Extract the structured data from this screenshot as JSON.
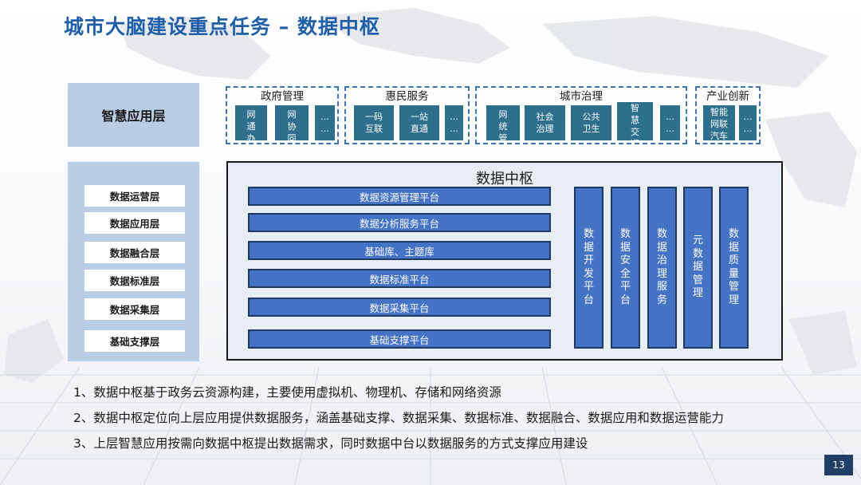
{
  "title": "城市大脑建设重点任务 – 数据中枢",
  "smart_app_layer": "智慧应用层",
  "layers": [
    "数据运营层",
    "数据应用层",
    "数据融合层",
    "数据标准层",
    "数据采集层",
    "基础支撑层"
  ],
  "groups": [
    {
      "title": "政府管理",
      "items": [
        "网\n通\n办",
        "网\n协\n同",
        "…\n…"
      ]
    },
    {
      "title": "惠民服务",
      "items": [
        "一码\n互联",
        "一站\n直通",
        "…\n…"
      ]
    },
    {
      "title": "城市治理",
      "items": [
        "网\n统\n管",
        "社会\n治理",
        "公共\n卫生",
        "智\n慧\n交\n通",
        "…\n…"
      ]
    },
    {
      "title": "产业创新",
      "items": [
        "智能\n网联\n汽车",
        "…\n…"
      ]
    }
  ],
  "hub": {
    "title": "数据中枢",
    "platforms": [
      "数据资源管理平台",
      "数据分析服务平台",
      "基础库、主题库",
      "数据标准平台",
      "数据采集平台",
      "基础支撑平台"
    ],
    "vertical": [
      "数\n据\n开\n发\n平\n台",
      "数\n据\n安\n全\n平\n台",
      "数\n据\n治\n理\n服\n务",
      "元\n数\n据\n管\n理",
      "数\n据\n质\n量\n管\n理"
    ]
  },
  "notes": [
    "1、数据中枢基于政务云资源构建，主要使用虚拟机、物理机、存储和网络资源",
    "2、数据中枢定位向上层应用提供数据服务，涵盖基础支撑、数据采集、数据标准、数据融合、数据应用和数据运营能力",
    "3、上层智慧应用按需向数据中枢提出数据需求，同时数据中台以数据服务的方式支撑应用建设"
  ],
  "page_number": "13",
  "colors": {
    "title": "#1f5fa8",
    "layer_bg": "#b9cde4",
    "tile": "#2e6f8e",
    "bar": "#4472c4",
    "bar_border": "#1f3864",
    "group_border": "#3a75b5"
  }
}
